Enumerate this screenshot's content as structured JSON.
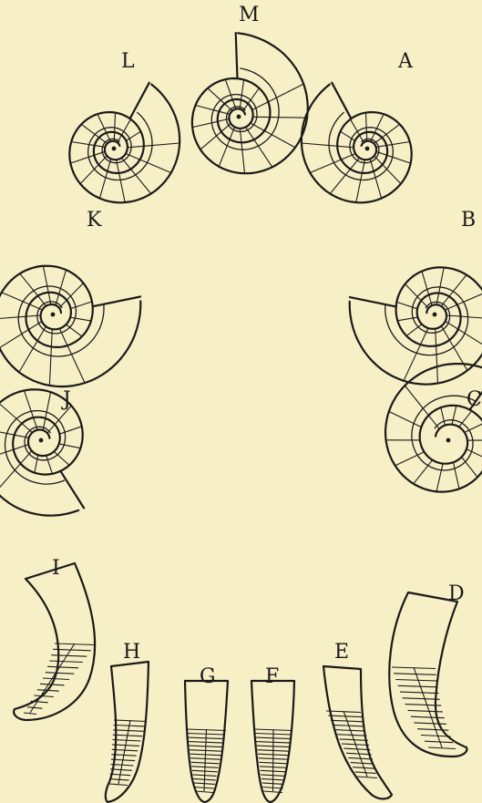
{
  "colors": {
    "background": "#f7efc6",
    "ink": "#1a1a1a"
  },
  "figure": {
    "labels": [
      "A",
      "B",
      "C",
      "D",
      "E",
      "F",
      "G",
      "H",
      "I",
      "J",
      "K",
      "L",
      "M"
    ]
  }
}
